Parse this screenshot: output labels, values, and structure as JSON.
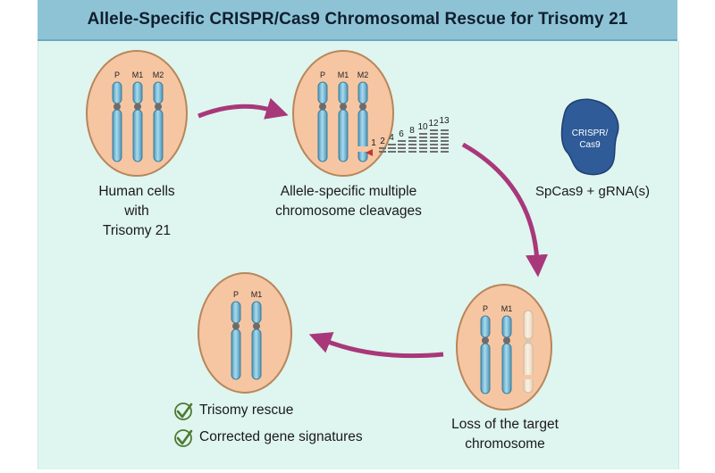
{
  "title": "Allele-Specific CRISPR/Cas9 Chromosomal Rescue for Trisomy 21",
  "chromosome_labels": {
    "p": "P",
    "m1": "M1",
    "m2": "M2"
  },
  "cleavage_numbers": [
    "1",
    "2",
    "4",
    "6",
    "8",
    "10",
    "12",
    "13"
  ],
  "crispr": {
    "line1": "CRISPR/",
    "line2": "Cas9",
    "agent": "SpCas9 + gRNA(s)"
  },
  "steps": {
    "step1": {
      "line1": "Human cells",
      "line2": "with",
      "line3": "Trisomy 21"
    },
    "step2": {
      "line1": "Allele-specific multiple",
      "line2": "chromosome cleavages"
    },
    "step3": {
      "line1": "Loss of the target",
      "line2": "chromosome"
    }
  },
  "outcomes": [
    "Trisomy rescue",
    "Corrected gene signatures"
  ],
  "colors": {
    "cell_fill": "#f6c6a3",
    "cell_border": "#b7865a",
    "chromosome": "#7fc0dc",
    "arrow": "#a8387a",
    "crispr_blob": "#2f5b98",
    "banner": "#8ec3d6",
    "background": "#dff5ef",
    "check": "#4e7a32"
  }
}
